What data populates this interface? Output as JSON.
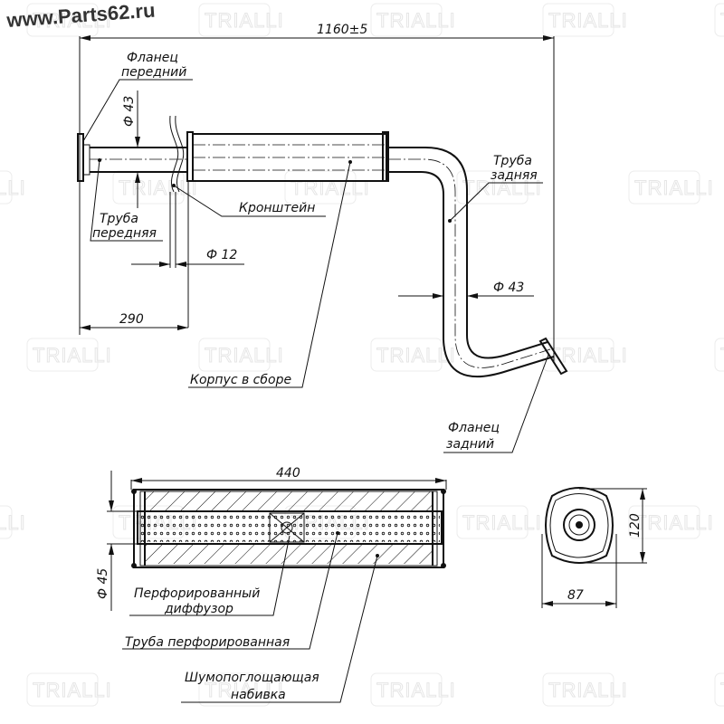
{
  "logo": "www.Parts62.ru",
  "watermark": "TRIALLI",
  "dimensions": {
    "overall_length": "1160±5",
    "front_pipe_length": "290",
    "front_pipe_diameter": "Ф 43",
    "bracket_diameter": "Ф 12",
    "rear_pipe_diameter": "Ф 43",
    "body_length": "440",
    "inner_pipe_diameter": "Ф 45",
    "body_height": "120",
    "body_width": "87"
  },
  "labels": {
    "front_flange": [
      "Фланец",
      "передний"
    ],
    "front_pipe": [
      "Труба",
      "передняя"
    ],
    "bracket": "Кронштейн",
    "rear_pipe": [
      "Труба",
      "задняя"
    ],
    "body_assembly": "Корпус в сборе",
    "rear_flange": [
      "Фланец",
      "задний"
    ],
    "perforated_diffuser": [
      "Перфорированный",
      "диффузор"
    ],
    "perforated_pipe": "Труба перфорированная",
    "sound_absorbing_fill": [
      "Шумопоглощающая",
      "набивка"
    ]
  }
}
